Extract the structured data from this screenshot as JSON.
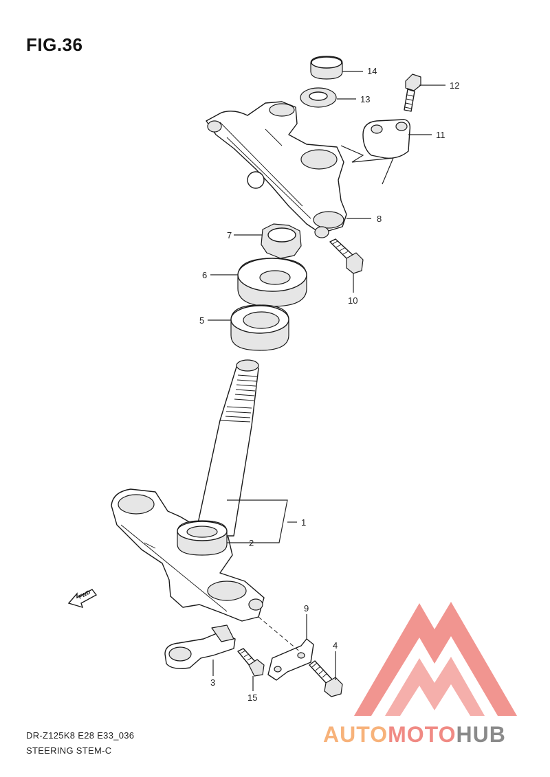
{
  "figure": {
    "title": "FIG.36",
    "model_code": "DR-Z125K8 E28 E33_036",
    "section_name": "STEERING STEM-C"
  },
  "fwd_label": "FWD",
  "callouts": {
    "c1": "1",
    "c2": "2",
    "c3": "3",
    "c4": "4",
    "c5": "5",
    "c6": "6",
    "c7": "7",
    "c8": "8",
    "c9": "9",
    "c10": "10",
    "c11": "11",
    "c12": "12",
    "c13": "13",
    "c14": "14",
    "c15": "15"
  },
  "watermark": {
    "word_part1": "AUTO",
    "word_part2": "MOTO",
    "word_part3": "HUB",
    "color_light": "#f7b27a",
    "color_red": "#f08a84",
    "color_gray": "#8a8a8a",
    "logo_color": "#f08a84"
  }
}
